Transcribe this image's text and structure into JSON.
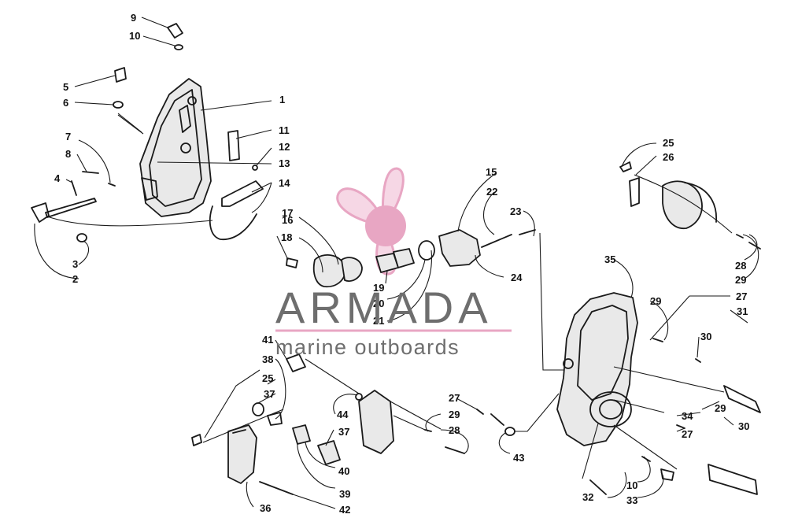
{
  "brand": {
    "name": "ARMADA",
    "tagline": "marine outboards",
    "name_color": "#6e6e6e",
    "accent_color": "#e8a6c3",
    "icon": "propeller-logo-icon"
  },
  "callouts": [
    "1",
    "2",
    "3",
    "4",
    "5",
    "6",
    "7",
    "8",
    "9",
    "10",
    "11",
    "12",
    "13",
    "14",
    "15",
    "16",
    "17",
    "18",
    "19",
    "20",
    "21",
    "22",
    "23",
    "24",
    "25",
    "26",
    "27",
    "28",
    "29",
    "30",
    "31",
    "32",
    "33",
    "34",
    "35",
    "36",
    "37",
    "38",
    "39",
    "40",
    "41",
    "42",
    "43",
    "44"
  ],
  "labels": [
    "9",
    "10",
    "5",
    "6",
    "1",
    "11",
    "12",
    "13",
    "14",
    "7",
    "8",
    "4",
    "3",
    "2",
    "15",
    "22",
    "23",
    "24",
    "17",
    "16",
    "18",
    "19",
    "20",
    "21",
    "25",
    "26",
    "28",
    "29",
    "27",
    "31",
    "35",
    "29",
    "30",
    "29",
    "30",
    "34",
    "27",
    "41",
    "38",
    "25",
    "37",
    "44",
    "29",
    "28",
    "27",
    "43",
    "37",
    "40",
    "39",
    "36",
    "42",
    "32",
    "10",
    "33"
  ]
}
